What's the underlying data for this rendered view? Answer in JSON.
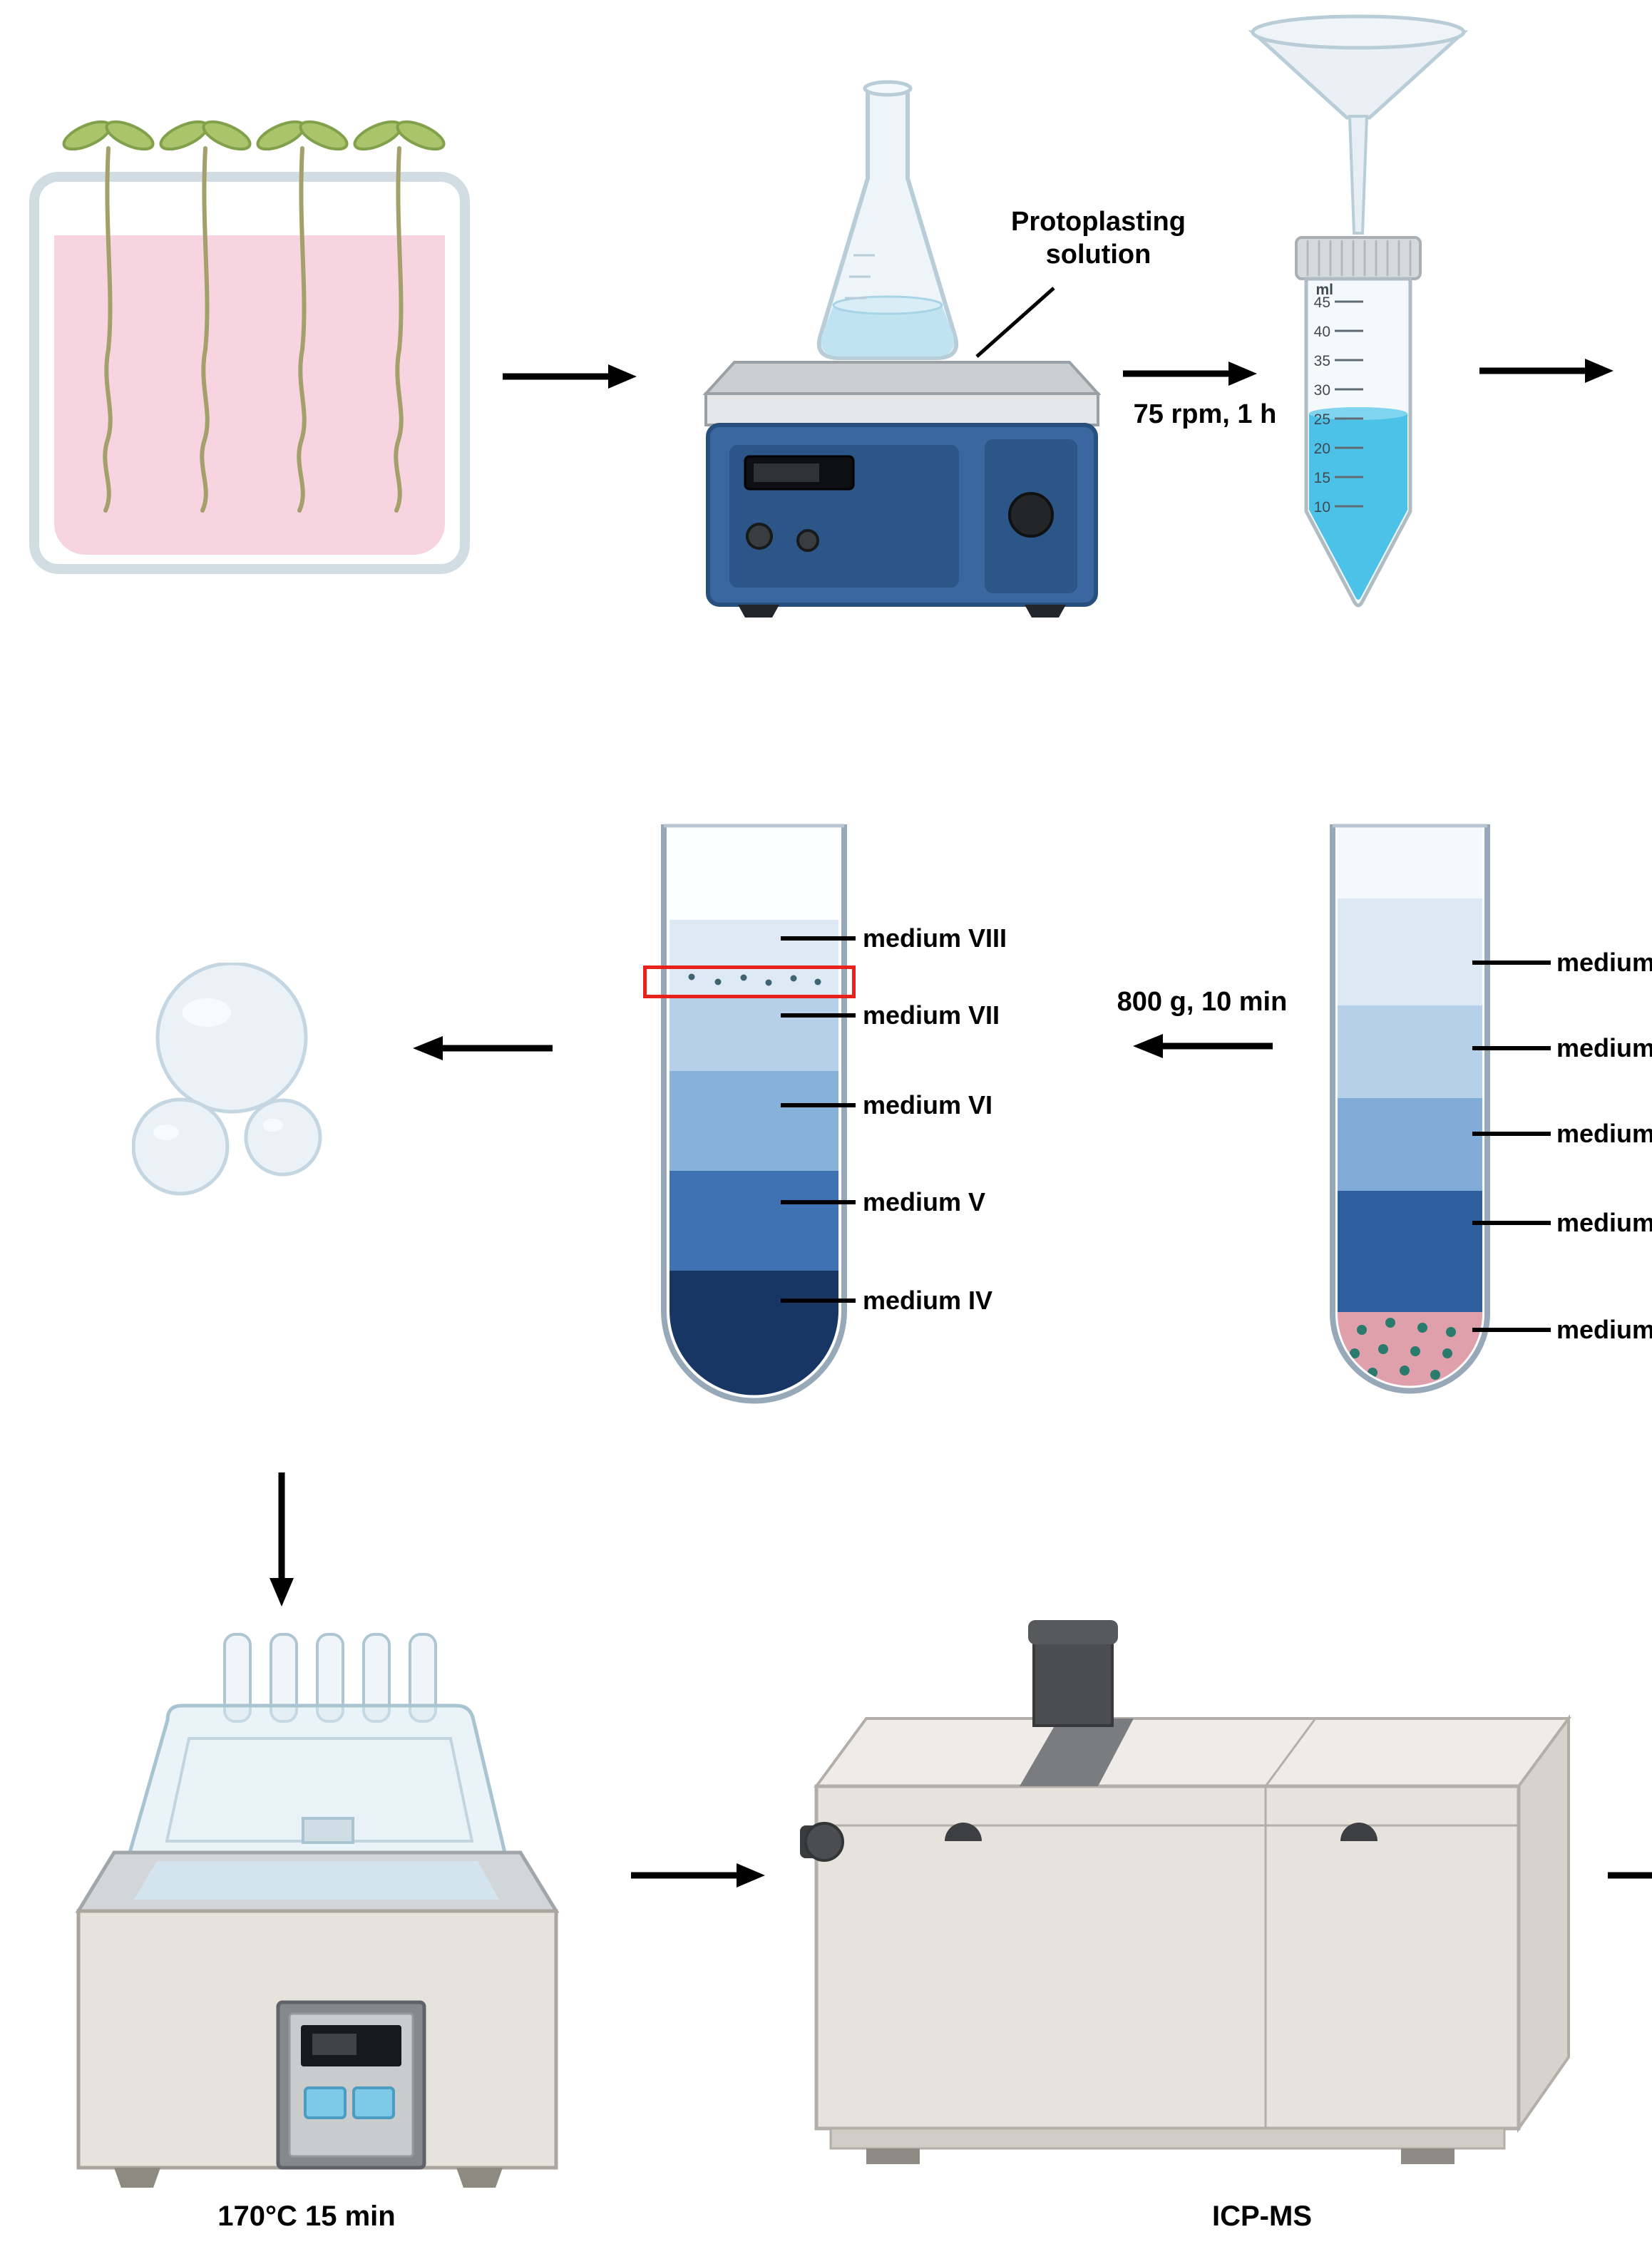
{
  "flask": {
    "label_line1": "Protoplasting",
    "label_line2": "solution"
  },
  "steps": {
    "shaking": "75 rpm, 1 h",
    "centrifugation": "800 g, 10 min",
    "digestion": "170°C 15 min",
    "analysis": "ICP-MS"
  },
  "falcon_tube": {
    "unit": "ml",
    "scale": [
      "45",
      "40",
      "35",
      "30",
      "25",
      "20",
      "15",
      "10"
    ]
  },
  "density_gradient_tube": {
    "layers": [
      {
        "label": "medium VIII",
        "color": "#dde9f4"
      },
      {
        "label": "medium VII",
        "color": "#b7d0e9"
      },
      {
        "label": "medium VI",
        "color": "#88b1da"
      },
      {
        "label": "medium V",
        "color": "#3f72b2"
      },
      {
        "label": "medium IV",
        "color": "#173663"
      }
    ],
    "band_highlight_color": "#e8211d"
  },
  "centrifuged_tube": {
    "layers": [
      {
        "label": "medium",
        "color": "#dce8f4"
      },
      {
        "label": "medium",
        "color": "#b7d0e9"
      },
      {
        "label": "medium",
        "color": "#82acd8"
      },
      {
        "label": "medium",
        "color": "#2f5f9e"
      },
      {
        "label": "medium",
        "color": "#dfa0ab"
      }
    ]
  },
  "colors": {
    "seedling_medium": "#f8d3e0",
    "flask_liquid": "#bfe3f1",
    "flask_liquid_surface": "#d8edf6",
    "falcon_liquid": "#4cc2e8",
    "shaker_body": "#3a679f",
    "shaker_panel": "#2c5588",
    "protoplast_fill": "#eaf2f8",
    "pellet_dots": "#2a7a6e",
    "band_dots": "#3d6470",
    "highlight_red": "#e8211d",
    "instrument_body": "#e6e3dd"
  }
}
